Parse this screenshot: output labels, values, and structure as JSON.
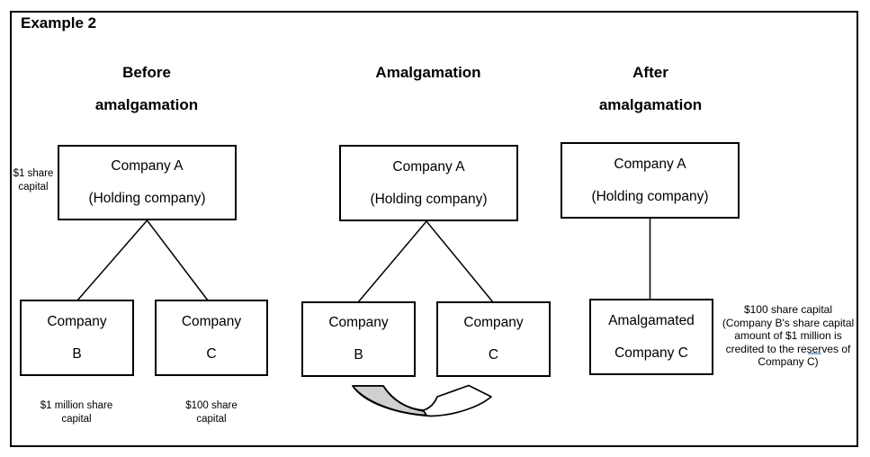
{
  "example_label": "Example 2",
  "colors": {
    "line": "#000000",
    "box_fill": "#ffffff",
    "arrow_tail_gray": "#d0d0d0",
    "background": "#ffffff"
  },
  "panels": {
    "before": {
      "heading": [
        "Before",
        "amalgamation"
      ],
      "holding_box": [
        "Company A",
        "(Holding company)"
      ],
      "holding_note": [
        "$1 share",
        "capital"
      ],
      "subsidiary_left": [
        "Company",
        "B"
      ],
      "subsidiary_right": [
        "Company",
        "C"
      ],
      "subsidiary_left_note": [
        "$1 million share",
        "capital"
      ],
      "subsidiary_right_note": [
        "$100 share",
        "capital"
      ]
    },
    "amalgamation": {
      "heading": [
        "Amalgamation"
      ],
      "holding_box": [
        "Company A",
        "(Holding company)"
      ],
      "subsidiary_left": [
        "Company",
        "B"
      ],
      "subsidiary_right": [
        "Company",
        "C"
      ]
    },
    "after": {
      "heading": [
        "After",
        "amalgamation"
      ],
      "holding_box": [
        "Company A",
        "(Holding company)"
      ],
      "amalgamated_box": [
        "Amalgamated",
        "Company C"
      ],
      "note": [
        "$100 share capital",
        "(Company B's share capital",
        "amount of $1 million is",
        "credited to the reserves of",
        "Company C)"
      ]
    }
  }
}
